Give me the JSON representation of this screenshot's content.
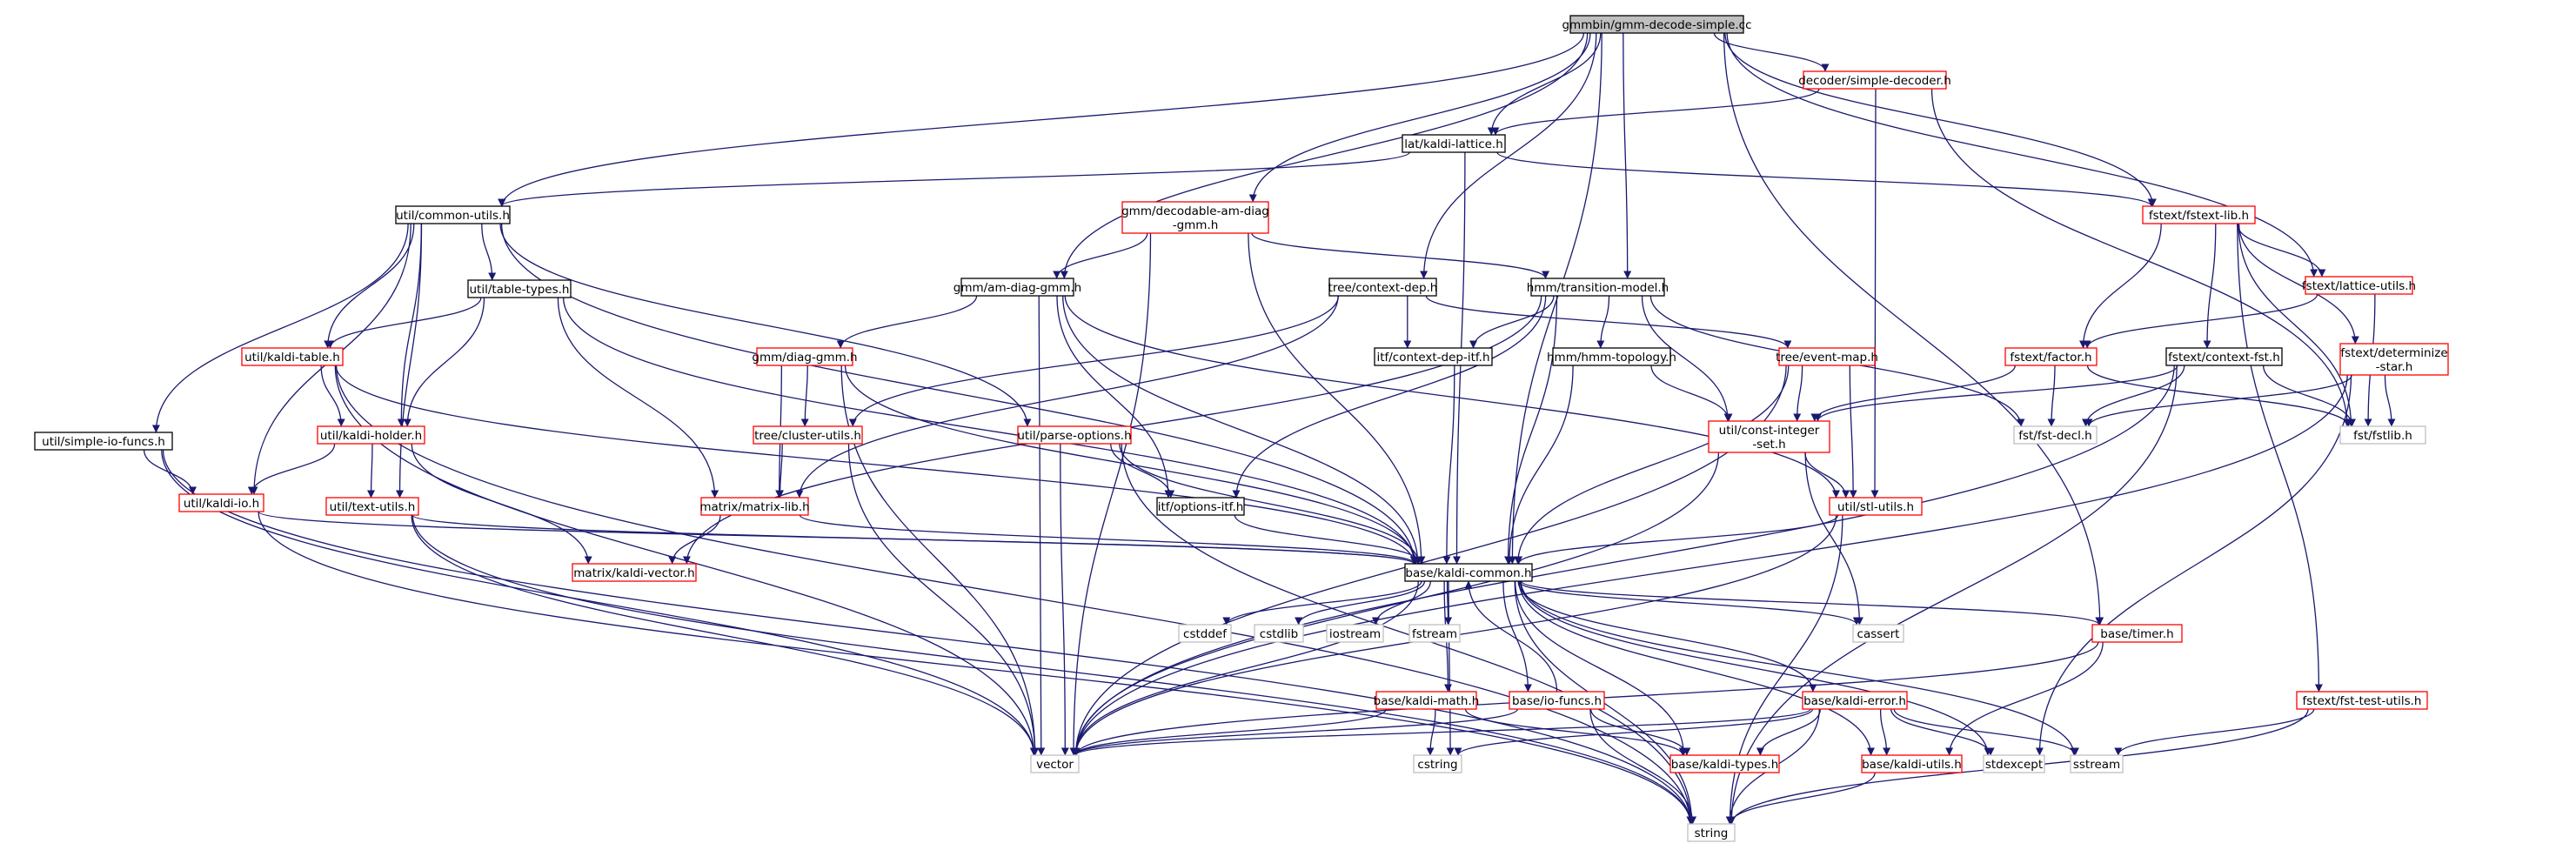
{
  "title": "gmmbin/gmm-decode-simple.cc",
  "colors": {
    "edge": "#191970",
    "root_fill": "#bfbfbf",
    "root_border": "#000000",
    "linked_border": "#ff0000",
    "plain_border": "#000000",
    "external_border": "#bfbfbf"
  },
  "nodes": [
    {
      "id": "root",
      "lines": [
        "gmmbin/gmm-decode-simple.cc"
      ],
      "kind": "root"
    },
    {
      "id": "simpledec",
      "lines": [
        "decoder/simple-decoder.h"
      ],
      "kind": "linked"
    },
    {
      "id": "lattice",
      "lines": [
        "lat/kaldi-lattice.h"
      ],
      "kind": "plain"
    },
    {
      "id": "commonutils",
      "lines": [
        "util/common-utils.h"
      ],
      "kind": "plain"
    },
    {
      "id": "decodable",
      "lines": [
        "gmm/decodable-am-diag",
        "-gmm.h"
      ],
      "kind": "linked"
    },
    {
      "id": "fstextlib",
      "lines": [
        "fstext/fstext-lib.h"
      ],
      "kind": "linked"
    },
    {
      "id": "tabletypes",
      "lines": [
        "util/table-types.h"
      ],
      "kind": "plain"
    },
    {
      "id": "amdiag",
      "lines": [
        "gmm/am-diag-gmm.h"
      ],
      "kind": "plain"
    },
    {
      "id": "ctxdep",
      "lines": [
        "tree/context-dep.h"
      ],
      "kind": "plain"
    },
    {
      "id": "transmodel",
      "lines": [
        "hmm/transition-model.h"
      ],
      "kind": "plain"
    },
    {
      "id": "latutils",
      "lines": [
        "fstext/lattice-utils.h"
      ],
      "kind": "linked"
    },
    {
      "id": "kalditable",
      "lines": [
        "util/kaldi-table.h"
      ],
      "kind": "linked"
    },
    {
      "id": "diaggmm",
      "lines": [
        "gmm/diag-gmm.h"
      ],
      "kind": "linked"
    },
    {
      "id": "ctxdepitf",
      "lines": [
        "itf/context-dep-itf.h"
      ],
      "kind": "plain"
    },
    {
      "id": "hmmtopo",
      "lines": [
        "hmm/hmm-topology.h"
      ],
      "kind": "plain"
    },
    {
      "id": "eventmap",
      "lines": [
        "tree/event-map.h"
      ],
      "kind": "linked"
    },
    {
      "id": "factor",
      "lines": [
        "fstext/factor.h"
      ],
      "kind": "linked"
    },
    {
      "id": "ctxfst",
      "lines": [
        "fstext/context-fst.h"
      ],
      "kind": "plain"
    },
    {
      "id": "determinize",
      "lines": [
        "fstext/determinize",
        "-star.h"
      ],
      "kind": "linked"
    },
    {
      "id": "simpleio",
      "lines": [
        "util/simple-io-funcs.h"
      ],
      "kind": "plain"
    },
    {
      "id": "kaldiholder",
      "lines": [
        "util/kaldi-holder.h"
      ],
      "kind": "linked"
    },
    {
      "id": "clusterutils",
      "lines": [
        "tree/cluster-utils.h"
      ],
      "kind": "linked"
    },
    {
      "id": "parseopts",
      "lines": [
        "util/parse-options.h"
      ],
      "kind": "linked"
    },
    {
      "id": "constint",
      "lines": [
        "util/const-integer",
        "-set.h"
      ],
      "kind": "linked"
    },
    {
      "id": "fstdecl",
      "lines": [
        "fst/fst-decl.h"
      ],
      "kind": "external"
    },
    {
      "id": "fstlib",
      "lines": [
        "fst/fstlib.h"
      ],
      "kind": "external"
    },
    {
      "id": "kaldiio",
      "lines": [
        "util/kaldi-io.h"
      ],
      "kind": "linked"
    },
    {
      "id": "textutils",
      "lines": [
        "util/text-utils.h"
      ],
      "kind": "linked"
    },
    {
      "id": "matrixlib",
      "lines": [
        "matrix/matrix-lib.h"
      ],
      "kind": "linked"
    },
    {
      "id": "optionsitf",
      "lines": [
        "itf/options-itf.h"
      ],
      "kind": "plain"
    },
    {
      "id": "stlutils",
      "lines": [
        "util/stl-utils.h"
      ],
      "kind": "linked"
    },
    {
      "id": "kaldivector",
      "lines": [
        "matrix/kaldi-vector.h"
      ],
      "kind": "linked"
    },
    {
      "id": "kaldicommon",
      "lines": [
        "base/kaldi-common.h"
      ],
      "kind": "plain"
    },
    {
      "id": "cstddef",
      "lines": [
        "cstddef"
      ],
      "kind": "external"
    },
    {
      "id": "cstdlib",
      "lines": [
        "cstdlib"
      ],
      "kind": "external"
    },
    {
      "id": "iostream",
      "lines": [
        "iostream"
      ],
      "kind": "external"
    },
    {
      "id": "fstream",
      "lines": [
        "fstream"
      ],
      "kind": "external"
    },
    {
      "id": "cassert",
      "lines": [
        "cassert"
      ],
      "kind": "external"
    },
    {
      "id": "timer",
      "lines": [
        "base/timer.h"
      ],
      "kind": "linked"
    },
    {
      "id": "kaldimath",
      "lines": [
        "base/kaldi-math.h"
      ],
      "kind": "linked"
    },
    {
      "id": "iofuncs",
      "lines": [
        "base/io-funcs.h"
      ],
      "kind": "linked"
    },
    {
      "id": "kaldierror",
      "lines": [
        "base/kaldi-error.h"
      ],
      "kind": "linked"
    },
    {
      "id": "fsttestutils",
      "lines": [
        "fstext/fst-test-utils.h"
      ],
      "kind": "linked"
    },
    {
      "id": "vector",
      "lines": [
        "vector"
      ],
      "kind": "external"
    },
    {
      "id": "cstring",
      "lines": [
        "cstring"
      ],
      "kind": "external"
    },
    {
      "id": "kalditypes",
      "lines": [
        "base/kaldi-types.h"
      ],
      "kind": "linked"
    },
    {
      "id": "kaldiutils",
      "lines": [
        "base/kaldi-utils.h"
      ],
      "kind": "linked"
    },
    {
      "id": "stdexcept",
      "lines": [
        "stdexcept"
      ],
      "kind": "external"
    },
    {
      "id": "sstream",
      "lines": [
        "sstream"
      ],
      "kind": "external"
    },
    {
      "id": "string",
      "lines": [
        "string"
      ],
      "kind": "external"
    }
  ],
  "edges": [
    [
      "root",
      "simpledec"
    ],
    [
      "root",
      "lattice"
    ],
    [
      "root",
      "commonutils"
    ],
    [
      "root",
      "decodable"
    ],
    [
      "root",
      "fstextlib"
    ],
    [
      "root",
      "amdiag"
    ],
    [
      "root",
      "ctxdep"
    ],
    [
      "root",
      "transmodel"
    ],
    [
      "root",
      "latutils"
    ],
    [
      "root",
      "kaldicommon"
    ],
    [
      "root",
      "timer"
    ],
    [
      "simpledec",
      "lattice"
    ],
    [
      "simpledec",
      "stlutils"
    ],
    [
      "simpledec",
      "fstlib"
    ],
    [
      "lattice",
      "commonutils"
    ],
    [
      "lattice",
      "fstextlib"
    ],
    [
      "lattice",
      "kaldicommon"
    ],
    [
      "commonutils",
      "kaldicommon"
    ],
    [
      "commonutils",
      "parseopts"
    ],
    [
      "commonutils",
      "kalditable"
    ],
    [
      "commonutils",
      "kaldiholder"
    ],
    [
      "commonutils",
      "kaldiio"
    ],
    [
      "commonutils",
      "textutils"
    ],
    [
      "commonutils",
      "tabletypes"
    ],
    [
      "commonutils",
      "simpleio"
    ],
    [
      "decodable",
      "amdiag"
    ],
    [
      "decodable",
      "transmodel"
    ],
    [
      "decodable",
      "kaldicommon"
    ],
    [
      "decodable",
      "vector"
    ],
    [
      "fstextlib",
      "latutils"
    ],
    [
      "fstextlib",
      "factor"
    ],
    [
      "fstextlib",
      "ctxfst"
    ],
    [
      "fstextlib",
      "determinize"
    ],
    [
      "fstextlib",
      "fsttestutils"
    ],
    [
      "fstextlib",
      "fstlib"
    ],
    [
      "tabletypes",
      "kalditable"
    ],
    [
      "tabletypes",
      "kaldiholder"
    ],
    [
      "tabletypes",
      "matrixlib"
    ],
    [
      "tabletypes",
      "kaldicommon"
    ],
    [
      "amdiag",
      "diaggmm"
    ],
    [
      "amdiag",
      "kaldicommon"
    ],
    [
      "amdiag",
      "optionsitf"
    ],
    [
      "amdiag",
      "vector"
    ],
    [
      "amdiag",
      "stlutils"
    ],
    [
      "ctxdep",
      "ctxdepitf"
    ],
    [
      "ctxdep",
      "eventmap"
    ],
    [
      "ctxdep",
      "matrixlib"
    ],
    [
      "ctxdep",
      "clusterutils"
    ],
    [
      "transmodel",
      "ctxdepitf"
    ],
    [
      "transmodel",
      "hmmtopo"
    ],
    [
      "transmodel",
      "constint"
    ],
    [
      "transmodel",
      "kaldicommon"
    ],
    [
      "transmodel",
      "optionsitf"
    ],
    [
      "transmodel",
      "fstdecl"
    ],
    [
      "transmodel",
      "kaldivector"
    ],
    [
      "latutils",
      "factor"
    ],
    [
      "latutils",
      "fstlib"
    ],
    [
      "kalditable",
      "kaldiholder"
    ],
    [
      "kalditable",
      "kaldicommon"
    ],
    [
      "kalditable",
      "vector"
    ],
    [
      "kalditable",
      "string"
    ],
    [
      "diaggmm",
      "clusterutils"
    ],
    [
      "diaggmm",
      "matrixlib"
    ],
    [
      "diaggmm",
      "kaldicommon"
    ],
    [
      "diaggmm",
      "vector"
    ],
    [
      "ctxdepitf",
      "kaldicommon"
    ],
    [
      "hmmtopo",
      "constint"
    ],
    [
      "hmmtopo",
      "kaldicommon"
    ],
    [
      "eventmap",
      "constint"
    ],
    [
      "eventmap",
      "stlutils"
    ],
    [
      "eventmap",
      "kaldicommon"
    ],
    [
      "eventmap",
      "vector"
    ],
    [
      "factor",
      "constint"
    ],
    [
      "factor",
      "fstdecl"
    ],
    [
      "factor",
      "fstlib"
    ],
    [
      "ctxfst",
      "constint"
    ],
    [
      "ctxfst",
      "fstdecl"
    ],
    [
      "ctxfst",
      "fstlib"
    ],
    [
      "ctxfst",
      "vector"
    ],
    [
      "ctxfst",
      "string"
    ],
    [
      "determinize",
      "fstdecl"
    ],
    [
      "determinize",
      "fstlib"
    ],
    [
      "determinize",
      "stdexcept"
    ],
    [
      "determinize",
      "vector"
    ],
    [
      "simpleio",
      "kaldiio"
    ],
    [
      "simpleio",
      "vector"
    ],
    [
      "simpleio",
      "string"
    ],
    [
      "kaldiholder",
      "kaldiio"
    ],
    [
      "kaldiholder",
      "textutils"
    ],
    [
      "kaldiholder",
      "kaldivector"
    ],
    [
      "clusterutils",
      "matrixlib"
    ],
    [
      "clusterutils",
      "vector"
    ],
    [
      "parseopts",
      "optionsitf"
    ],
    [
      "parseopts",
      "kaldicommon"
    ],
    [
      "parseopts",
      "vector"
    ],
    [
      "parseopts",
      "string"
    ],
    [
      "constint",
      "stlutils"
    ],
    [
      "constint",
      "cassert"
    ],
    [
      "constint",
      "vector"
    ],
    [
      "kaldiio",
      "kaldicommon"
    ],
    [
      "kaldiio",
      "string"
    ],
    [
      "textutils",
      "kaldicommon"
    ],
    [
      "textutils",
      "vector"
    ],
    [
      "textutils",
      "string"
    ],
    [
      "matrixlib",
      "kaldivector"
    ],
    [
      "matrixlib",
      "kaldicommon"
    ],
    [
      "optionsitf",
      "kaldicommon"
    ],
    [
      "stlutils",
      "kaldicommon"
    ],
    [
      "stlutils",
      "vector"
    ],
    [
      "stlutils",
      "string"
    ],
    [
      "kaldicommon",
      "cstddef"
    ],
    [
      "kaldicommon",
      "cstdlib"
    ],
    [
      "kaldicommon",
      "iostream"
    ],
    [
      "kaldicommon",
      "fstream"
    ],
    [
      "kaldicommon",
      "cassert"
    ],
    [
      "kaldicommon",
      "timer"
    ],
    [
      "kaldicommon",
      "kaldimath"
    ],
    [
      "kaldicommon",
      "iofuncs"
    ],
    [
      "kaldicommon",
      "kaldierror"
    ],
    [
      "kaldicommon",
      "vector"
    ],
    [
      "kaldicommon",
      "cstring"
    ],
    [
      "kaldicommon",
      "kalditypes"
    ],
    [
      "kaldicommon",
      "kaldiutils"
    ],
    [
      "kaldicommon",
      "stdexcept"
    ],
    [
      "kaldicommon",
      "sstream"
    ],
    [
      "kaldicommon",
      "string"
    ],
    [
      "timer",
      "kaldiutils"
    ],
    [
      "timer",
      "vector"
    ],
    [
      "kaldimath",
      "kalditypes"
    ],
    [
      "kaldimath",
      "vector"
    ],
    [
      "kaldimath",
      "cstring"
    ],
    [
      "iofuncs",
      "kaldicommon"
    ],
    [
      "iofuncs",
      "kalditypes"
    ],
    [
      "iofuncs",
      "vector"
    ],
    [
      "iofuncs",
      "string"
    ],
    [
      "kaldierror",
      "kalditypes"
    ],
    [
      "kaldierror",
      "kaldiutils"
    ],
    [
      "kaldierror",
      "vector"
    ],
    [
      "kaldierror",
      "cstring"
    ],
    [
      "kaldierror",
      "stdexcept"
    ],
    [
      "kaldierror",
      "sstream"
    ],
    [
      "kaldierror",
      "string"
    ],
    [
      "fsttestutils",
      "sstream"
    ],
    [
      "fsttestutils",
      "string"
    ],
    [
      "kaldiutils",
      "string"
    ]
  ]
}
